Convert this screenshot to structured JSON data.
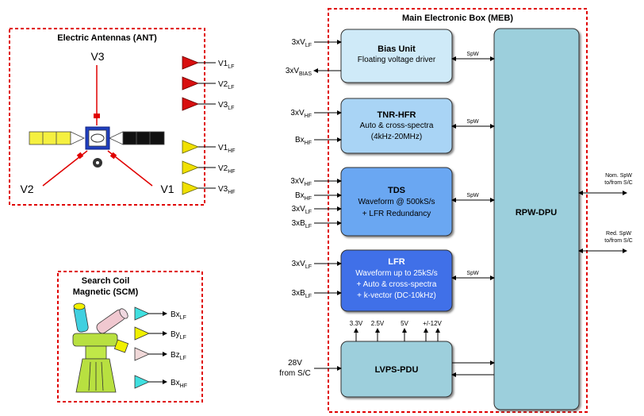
{
  "ant": {
    "title": "Electric Antennas (ANT)",
    "antennas": {
      "v1": "V1",
      "v2": "V2",
      "v3": "V3"
    },
    "outputs_lf": [
      {
        "base": "V1",
        "sub": "LF"
      },
      {
        "base": "V2",
        "sub": "LF"
      },
      {
        "base": "V3",
        "sub": "LF"
      }
    ],
    "outputs_hf": [
      {
        "base": "V1",
        "sub": "HF"
      },
      {
        "base": "V2",
        "sub": "HF"
      },
      {
        "base": "V3",
        "sub": "HF"
      }
    ],
    "colors": {
      "lf": "#d81010",
      "hf": "#f0e000",
      "boom": "#e00000"
    }
  },
  "scm": {
    "title_line1": "Search Coil",
    "title_line2": "Magnetic (SCM)",
    "outputs": [
      {
        "base": "Bx",
        "sub": "LF",
        "color": "#40e0e0"
      },
      {
        "base": "By",
        "sub": "LF",
        "color": "#f0f000"
      },
      {
        "base": "Bz",
        "sub": "LF",
        "color": "#f0d8d8"
      },
      {
        "base": "Bx",
        "sub": "HF",
        "color": "#40e0e0"
      }
    ]
  },
  "meb": {
    "title": "Main Electronic Box (MEB)",
    "dpu_label": "RPW-DPU",
    "spw_label": "SpW",
    "units": [
      {
        "id": "bias",
        "title": "Bias Unit",
        "lines": [
          "Floating voltage driver"
        ],
        "color": "#cfeaf8"
      },
      {
        "id": "tnr",
        "title": "TNR-HFR",
        "lines": [
          "Auto & cross-spectra",
          "(4kHz-20MHz)"
        ],
        "color": "#a9d4f5"
      },
      {
        "id": "tds",
        "title": "TDS",
        "lines": [
          "Waveform @ 500kS/s",
          "+ LFR Redundancy"
        ],
        "color": "#6aa7f2"
      },
      {
        "id": "lfr",
        "title": "LFR",
        "lines": [
          "Waveform up to 25kS/s",
          "+ Auto & cross-spectra",
          "+ k-vector (DC-10kHz)"
        ],
        "color": "#3f6fe8"
      },
      {
        "id": "lvps",
        "title": "LVPS-PDU",
        "lines": [],
        "color": "#9dcfdc"
      }
    ],
    "inputs": {
      "bias_in": {
        "base": "3xV",
        "sub": "LF"
      },
      "bias_out": {
        "base": "3xV",
        "sub": "BIAS"
      },
      "tnr": [
        {
          "base": "3xV",
          "sub": "HF"
        },
        {
          "base": "Bx",
          "sub": "HF"
        }
      ],
      "tds": [
        {
          "base": "3xV",
          "sub": "HF"
        },
        {
          "base": "Bx",
          "sub": "HF"
        },
        {
          "base": "3xV",
          "sub": "LF"
        },
        {
          "base": "3xB",
          "sub": "LF"
        }
      ],
      "lfr": [
        {
          "base": "3xV",
          "sub": "LF"
        },
        {
          "base": "3xB",
          "sub": "LF"
        }
      ],
      "power_in_line1": "28V",
      "power_in_line2": "from S/C"
    },
    "voltages": [
      "3.3V",
      "2.5V",
      "5V",
      "+/-12V"
    ],
    "nominal_line1": "Nom. SpW",
    "nominal_line2": "to/from S/C",
    "redundant_line1": "Red. SpW",
    "redundant_line2": "to/from S/C"
  }
}
